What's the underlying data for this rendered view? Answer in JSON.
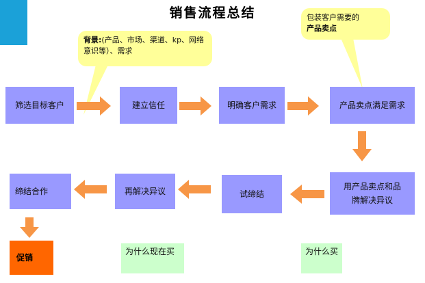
{
  "title": "销售流程总结",
  "callouts": {
    "background": {
      "label": "背景:",
      "text": "(产品、市场、渠道、kp、网络意识等）、需求"
    },
    "selling_point": {
      "line1": "包装客户需要的",
      "line2": "产品卖点"
    }
  },
  "steps": {
    "screen": "筛选目标客户",
    "trust": "建立信任",
    "needs": "明确客户需求",
    "meet": "产品卖点满足需求",
    "resolve": "用产品卖点和品牌解决异议",
    "trial": "试缔结",
    "reresolve": "再解决异议",
    "close": "缔结合作",
    "promo": "促销"
  },
  "notes": {
    "why_now": "为什么现在买",
    "why": "为什么买"
  },
  "colors": {
    "box": "#9999ff",
    "arrow": "#f79646",
    "callout": "#ffff99",
    "note": "#ccffcc",
    "promo": "#ff6600",
    "corner": "#1ba1d8"
  }
}
